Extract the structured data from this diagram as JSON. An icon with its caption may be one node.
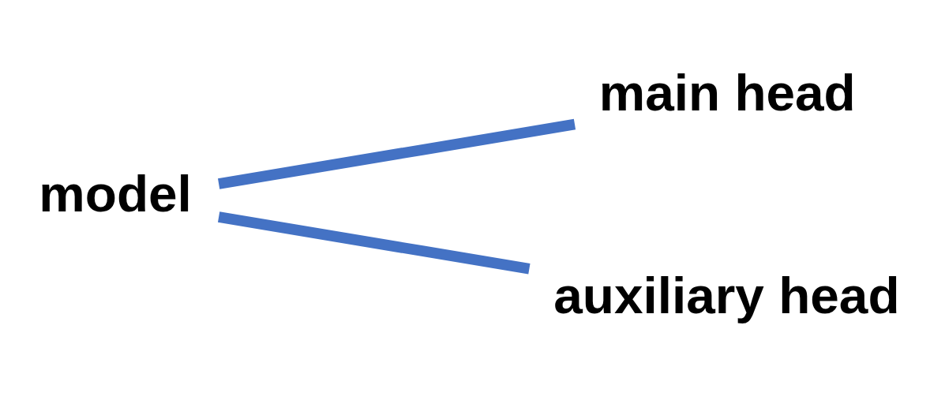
{
  "diagram": {
    "nodes": [
      {
        "text": [
          "model"
        ]
      },
      {
        "text": [
          "main head"
        ]
      },
      {
        "text": [
          "auxiliary head"
        ]
      }
    ],
    "edges": [
      {
        "from": 0,
        "to": 1,
        "arrow": "none"
      },
      {
        "from": 0,
        "to": 2,
        "arrow": "none"
      }
    ]
  }
}
